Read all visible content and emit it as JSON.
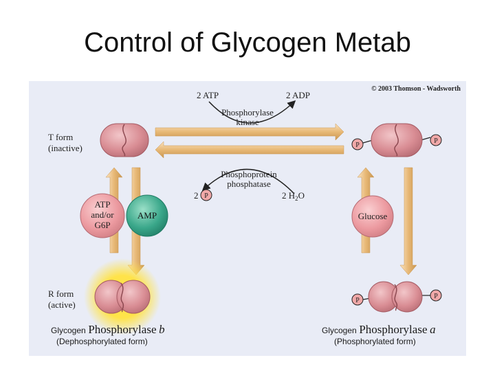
{
  "slide": {
    "title": "Control of Glycogen Metab"
  },
  "figure": {
    "copyright": "© 2003 Thomson - Wadsworth",
    "top_left_label": "2 ATP",
    "top_right_label": "2 ADP",
    "kinase_line1": "Phosphorylase",
    "kinase_line2": "kinase",
    "phosphatase_line1": "Phosphoprotein",
    "phosphatase_line2": "phosphatase",
    "pi_count": "2",
    "pi_symbol": "P",
    "water_label_prefix": "2 H",
    "water_label_sub": "2",
    "water_label_suffix": "O",
    "t_form_line1": "T form",
    "t_form_line2": "(inactive)",
    "r_form_line1": "R form",
    "r_form_line2": "(active)",
    "inhibitor_line1": "ATP",
    "inhibitor_line2": "and/or",
    "inhibitor_line3": "G6P",
    "activator": "AMP",
    "glucose": "Glucose"
  },
  "captions": {
    "left_prefix": "Glycogen",
    "left_name": "Phosphorylase",
    "left_letter": "b",
    "left_sub": "(Dephosphorylated form)",
    "right_prefix": "Glycogen",
    "right_name": "Phosphorylase",
    "right_letter": "a",
    "right_sub": "(Phosphorylated form)"
  },
  "colors": {
    "panel_bg": "#e9ecf6",
    "enzyme": "#d98d94",
    "inhibitor": "#ec9aa0",
    "activator": "#3aa78a",
    "arrow": "#e7b876",
    "phosphate": "#f0a8a8",
    "glow": "#ffe34a"
  }
}
